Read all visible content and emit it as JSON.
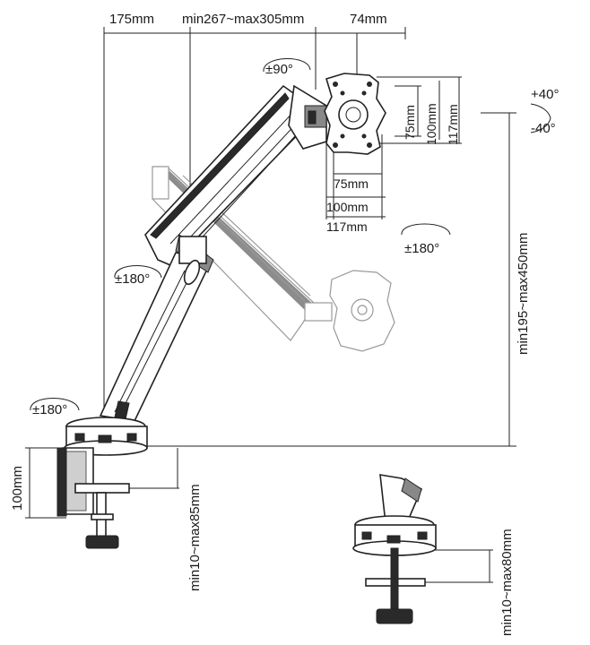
{
  "dimensions": {
    "top_offset": "175mm",
    "top_arm_reach": "min267~max305mm",
    "top_head_depth": "74mm",
    "vesa_h_small": "75mm",
    "vesa_h_mid": "100mm",
    "vesa_h_large": "117mm",
    "vesa_w_small": "75mm",
    "vesa_w_mid": "100mm",
    "vesa_w_large": "117mm",
    "tilt_up": "+40°",
    "tilt_down": "-40°",
    "height_range": "min195~max450mm",
    "clamp_height": "100mm",
    "clamp_range": "min10~max85mm",
    "grommet_range": "min10~max80mm"
  },
  "rotations": {
    "rotate_screen": "±90°",
    "rotate_head": "±180°",
    "rotate_elbow": "±180°",
    "rotate_base": "±180°"
  }
}
